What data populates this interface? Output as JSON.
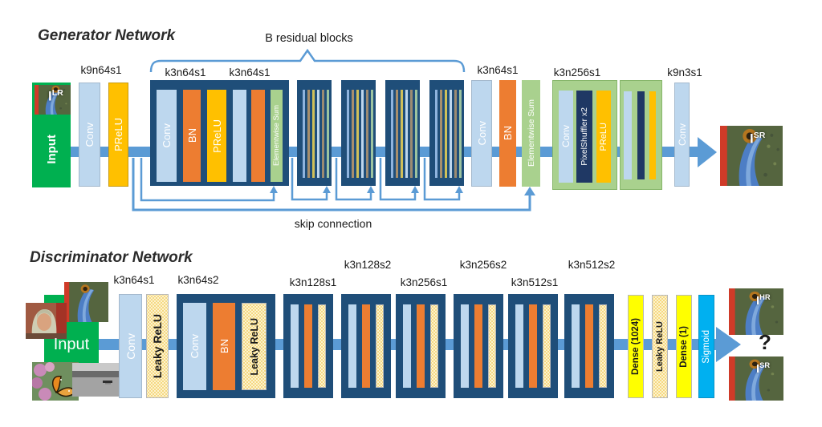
{
  "generator": {
    "title": "Generator Network",
    "brace_label": "B residual blocks",
    "skip_label": "skip connection",
    "labels": {
      "first_conv": "k9n64s1",
      "res_conv1": "k3n64s1",
      "res_conv2": "k3n64s1",
      "post_conv": "k3n64s1",
      "upsample_conv": "k3n256s1",
      "final_conv": "k9n3s1"
    },
    "blocks": {
      "input": "Input",
      "conv": "Conv",
      "prelu": "PReLU",
      "bn": "BN",
      "elementwise_sum": "Elementwise Sum",
      "pixelshuffler": "PixelShuffler x2"
    },
    "input_image": {
      "base": "I",
      "sup": "LR"
    },
    "output_image": {
      "base": "I",
      "sup": "SR"
    }
  },
  "discriminator": {
    "title": "Discriminator Network",
    "labels": {
      "l64s1": "k3n64s1",
      "l64s2": "k3n64s2",
      "l128s1": "k3n128s1",
      "l128s2": "k3n128s2",
      "l256s1": "k3n256s1",
      "l256s2": "k3n256s2",
      "l512s1": "k3n512s1",
      "l512s2": "k3n512s2"
    },
    "blocks": {
      "input": "Input",
      "conv": "Conv",
      "leaky_relu": "Leaky ReLU",
      "bn": "BN",
      "dense_1024": "Dense (1024)",
      "dense_1": "Dense (1)",
      "sigmoid": "Sigmoid"
    },
    "outputs": {
      "hr": {
        "base": "I",
        "sup": "HR"
      },
      "sr": {
        "base": "I",
        "sup": "SR"
      },
      "question": "?"
    }
  },
  "colors": {
    "navy_block": "#1f4e79",
    "conv_blue": "#bdd7ee",
    "bn_orange": "#ed7d31",
    "prelu_gold": "#ffc000",
    "sum_green": "#a9d18e",
    "input_green": "#00b050",
    "flow_blue": "#5b9bd5",
    "dense_yellow": "#ffff00",
    "sigmoid_cyan": "#00b0f0"
  }
}
